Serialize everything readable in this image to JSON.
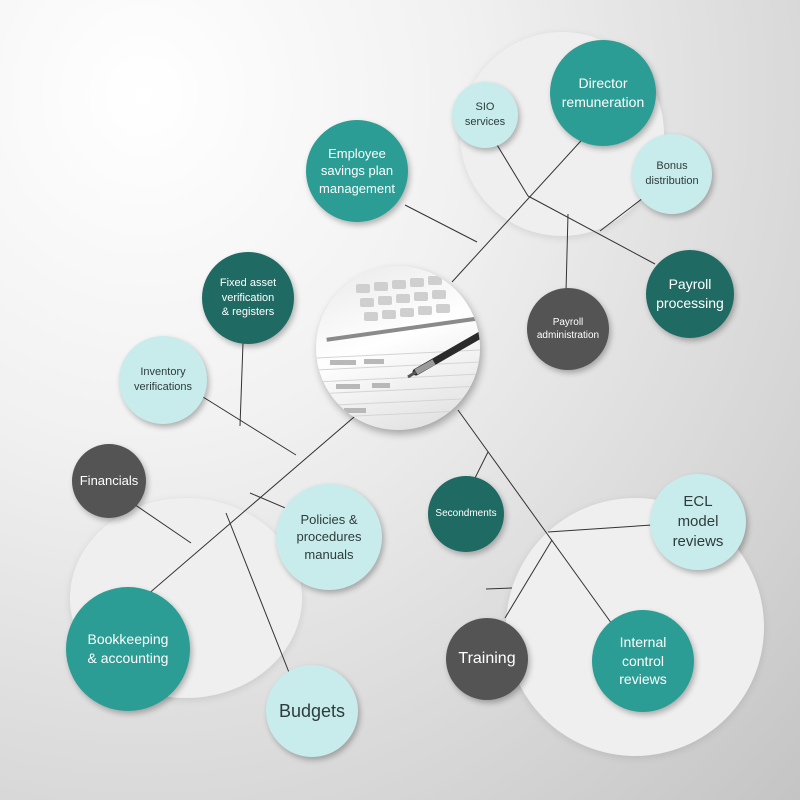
{
  "colors": {
    "teal": "#2b9d94",
    "dark_teal": "#1f6a63",
    "light_teal": "#c8ecec",
    "gray": "#545454",
    "cluster_bg": "#efefef",
    "line": "#333333"
  },
  "center_image": "calculator-and-pen-photo",
  "nodes": {
    "director_remuneration": "Director\nremuneration",
    "sio_services": "SIO\nservices",
    "bonus_distribution": "Bonus\ndistribution",
    "employee_savings": "Employee\nsavings plan\nmanagement",
    "payroll_processing": "Payroll\nprocessing",
    "payroll_administration": "Payroll\nadministration",
    "fixed_asset": "Fixed asset\nverification\n& registers",
    "inventory_verifications": "Inventory\nverifications",
    "financials": "Financials",
    "policies_procedures": "Policies &\nprocedures\nmanuals",
    "secondments": "Secondments",
    "ecl_model_reviews": "ECL\nmodel\nreviews",
    "bookkeeping_accounting": "Bookkeeping\n& accounting",
    "training": "Training",
    "internal_control_reviews": "Internal\ncontrol\nreviews",
    "budgets": "Budgets"
  }
}
